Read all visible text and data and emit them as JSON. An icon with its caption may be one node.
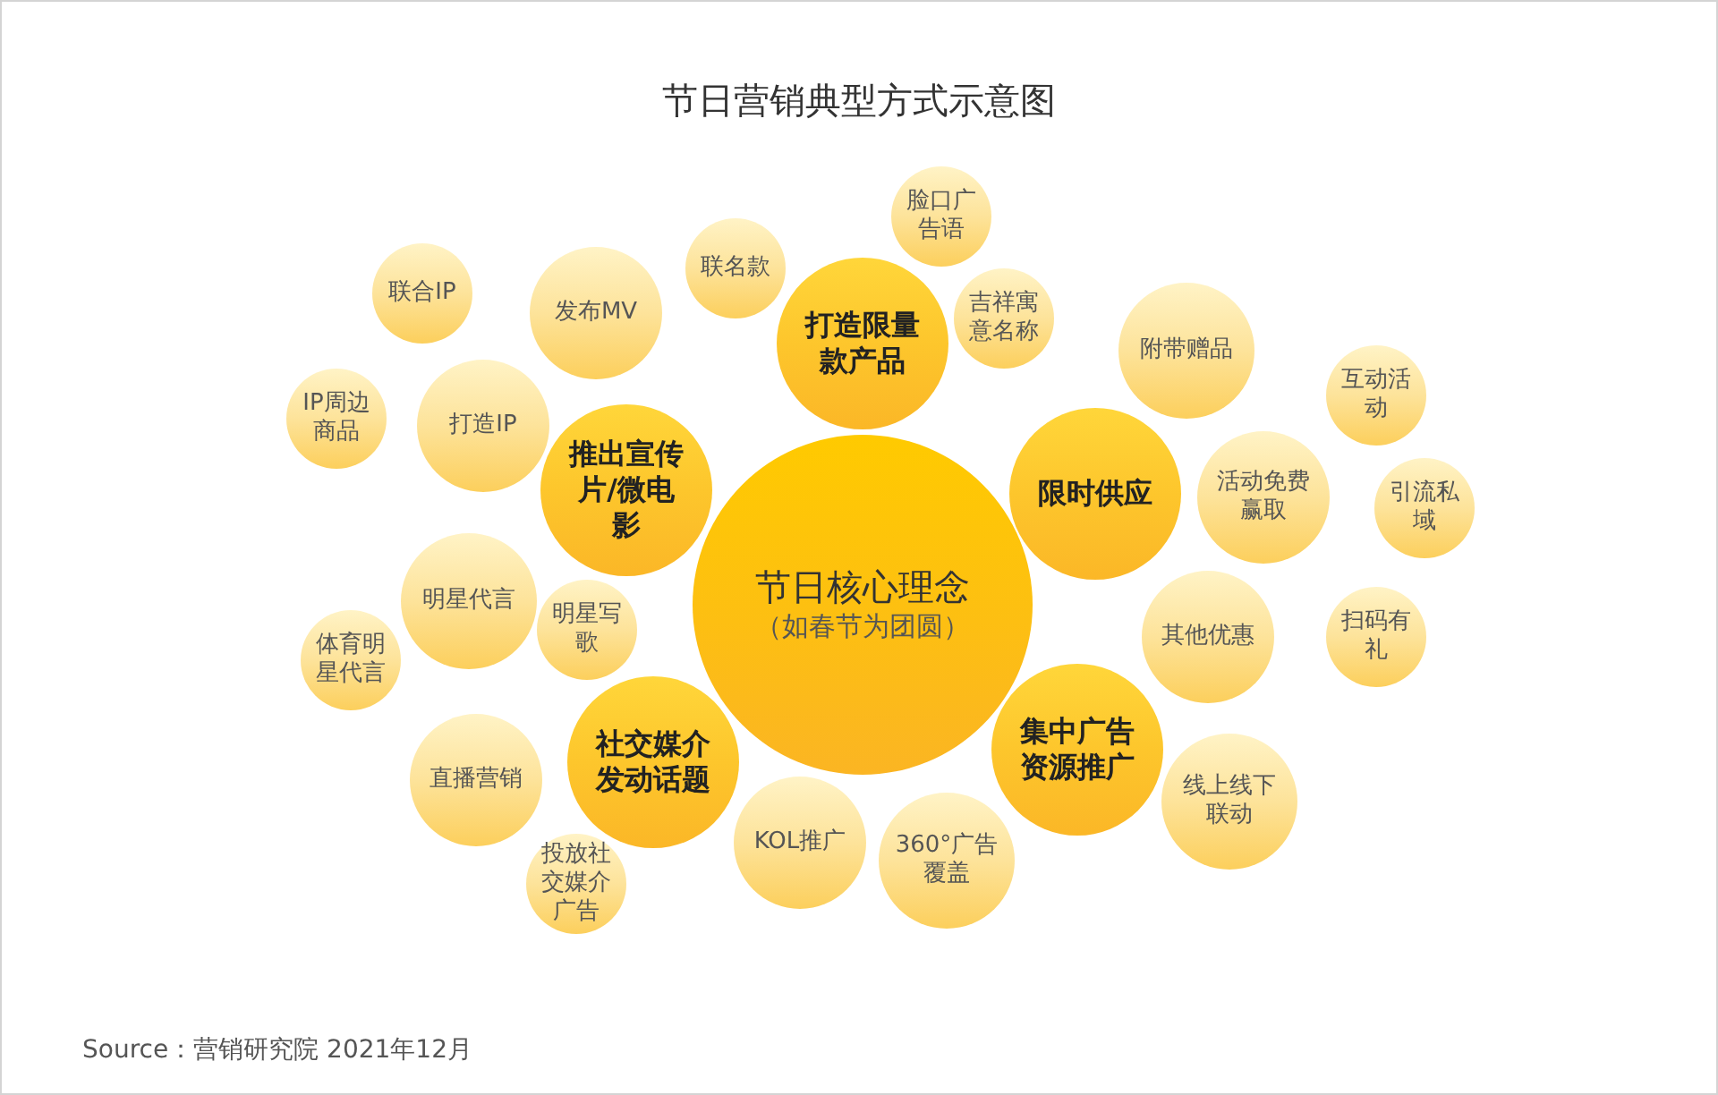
{
  "diagram": {
    "title": "节日营销典型方式示意图",
    "caption": "Source：营销研究院 2021年12月",
    "nodes": [
      {
        "text": [
          "联合IP"
        ]
      },
      {
        "text": [
          "发布MV"
        ]
      },
      {
        "text": [
          "联名款"
        ]
      },
      {
        "text": [
          "打造限量款产品"
        ]
      },
      {
        "text": [
          "脸口广告语"
        ]
      },
      {
        "text": [
          "吉祥寓意名称"
        ]
      },
      {
        "text": [
          "附带赠品"
        ]
      },
      {
        "text": [
          "互动活动"
        ]
      },
      {
        "text": [
          "IP周边商品"
        ]
      },
      {
        "text": [
          "打造IP"
        ]
      },
      {
        "text": [
          "推出宣传片/微电影"
        ]
      },
      {
        "text": [
          "限时供应"
        ]
      },
      {
        "text": [
          "活动免费赢取"
        ]
      },
      {
        "text": [
          "引流私域"
        ]
      },
      {
        "text": [
          "体育明星代言"
        ]
      },
      {
        "text": [
          "明星代言"
        ]
      },
      {
        "text": [
          "明星写歌"
        ]
      },
      {
        "text": [
          "节日核心理念",
          "（如春节为团圆）"
        ]
      },
      {
        "text": [
          "其他优惠"
        ]
      },
      {
        "text": [
          "扫码有礼"
        ]
      },
      {
        "text": [
          "直播营销"
        ]
      },
      {
        "text": [
          "社交媒介发动话题"
        ]
      },
      {
        "text": [
          "投放社交媒介广告"
        ]
      },
      {
        "text": [
          "KOL推广"
        ]
      },
      {
        "text": [
          "360°广告覆盖"
        ]
      },
      {
        "text": [
          "集中广告资源推广"
        ]
      },
      {
        "text": [
          "线上线下联动"
        ]
      }
    ]
  }
}
